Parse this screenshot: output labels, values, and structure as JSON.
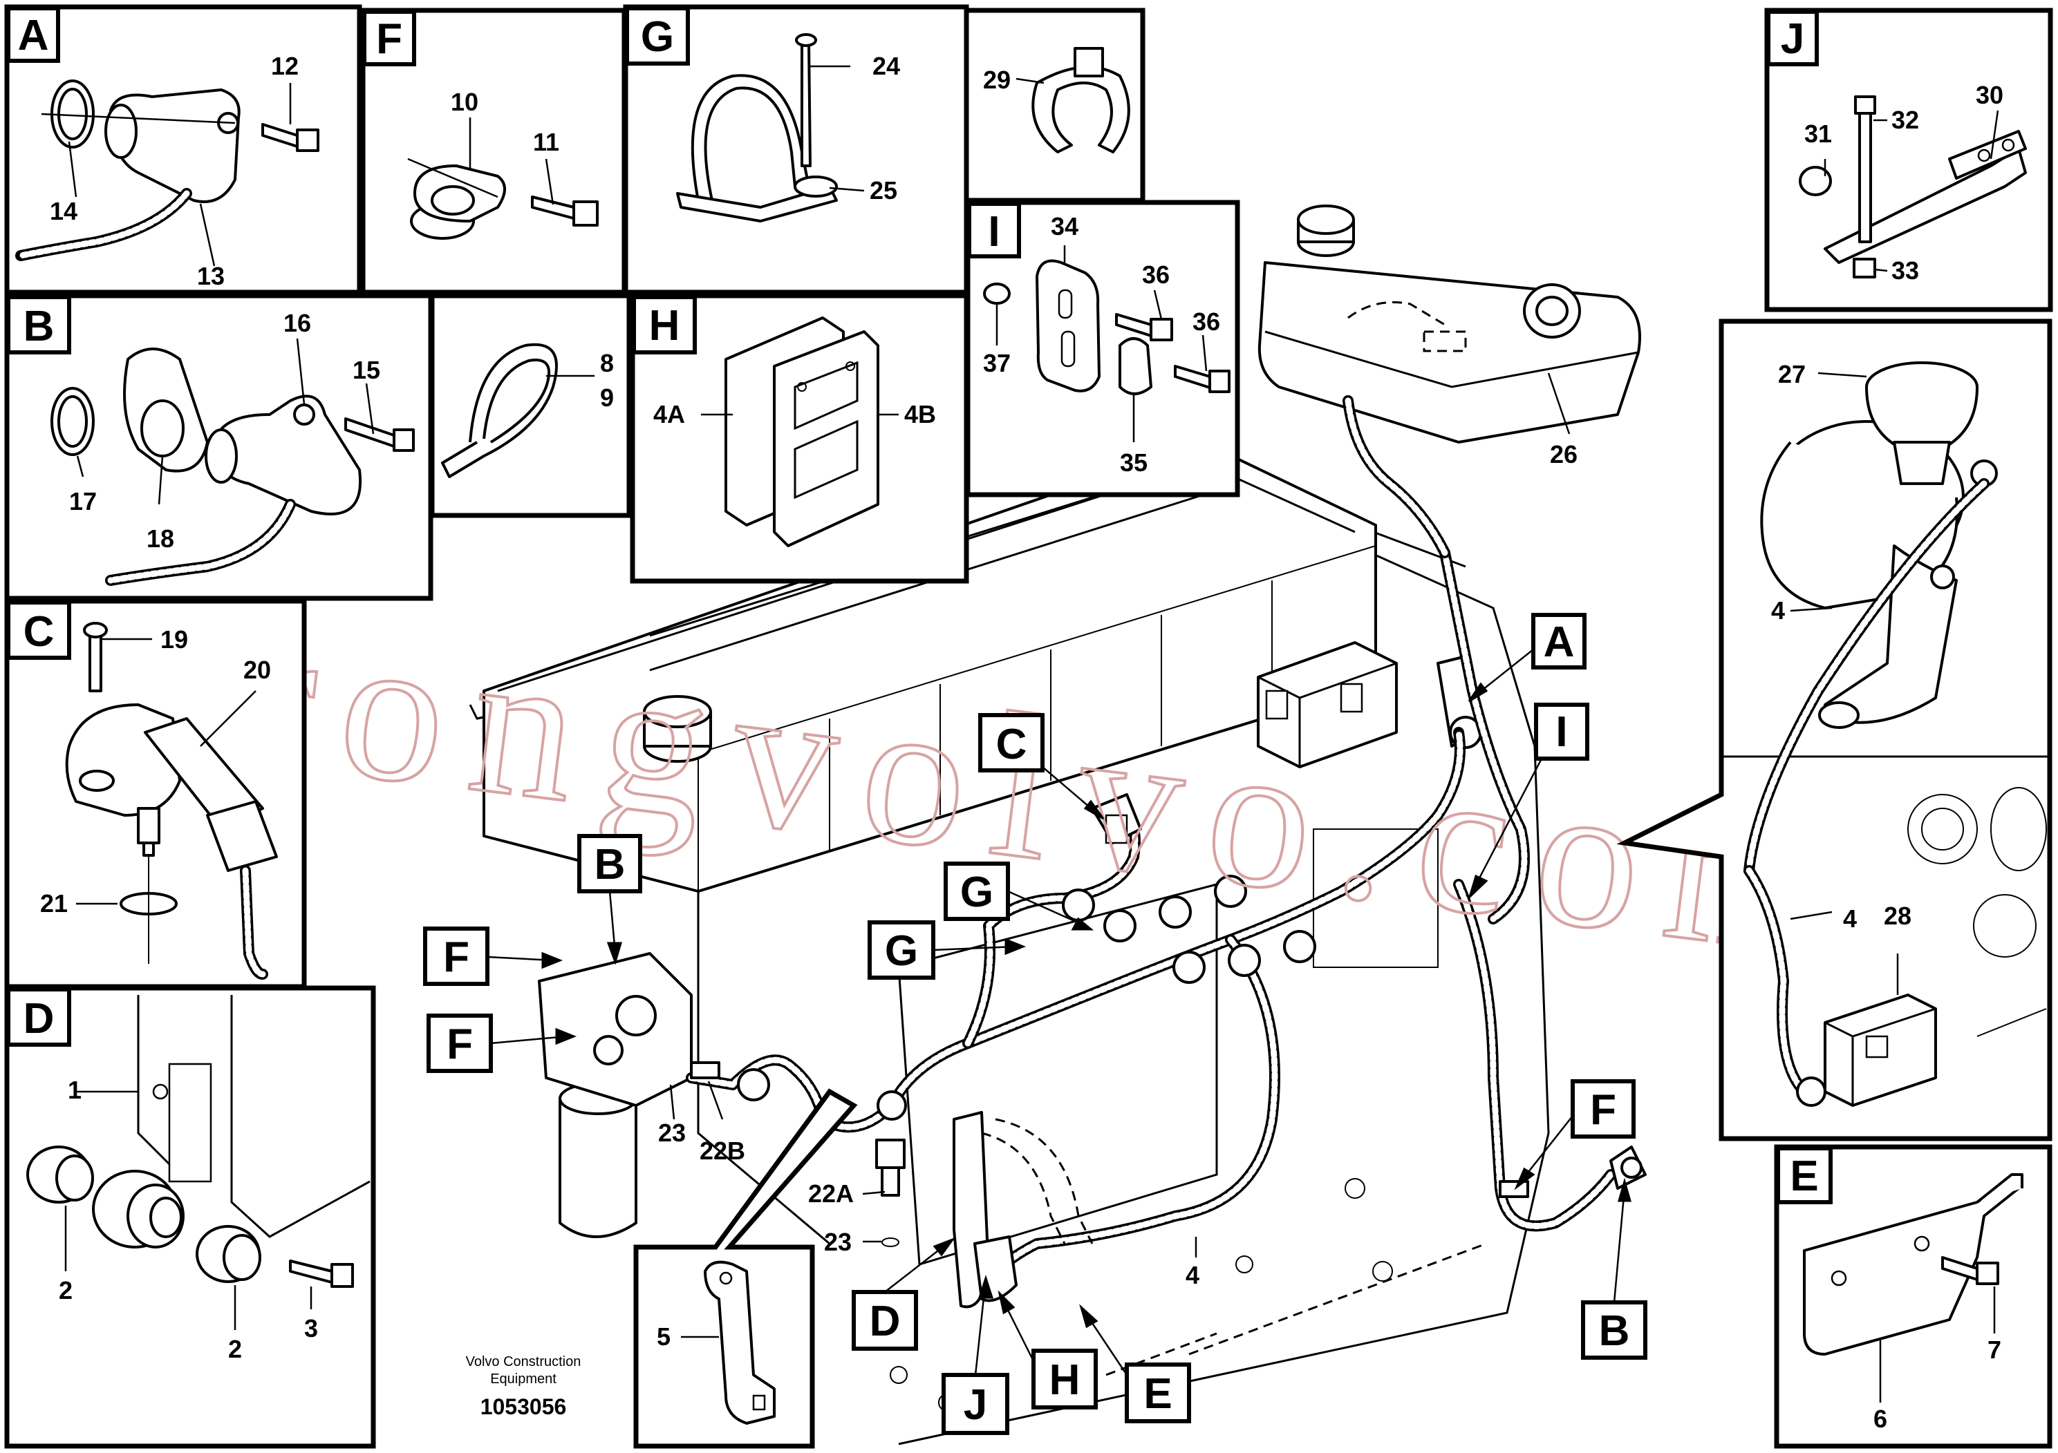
{
  "panels": [
    {
      "id": "A",
      "letter": "A",
      "labels": [
        "12",
        "13",
        "14"
      ]
    },
    {
      "id": "F",
      "letter": "F",
      "labels": [
        "10",
        "11"
      ]
    },
    {
      "id": "G",
      "letter": "G",
      "labels": [
        "24",
        "25"
      ]
    },
    {
      "id": "clip29",
      "letter": "",
      "labels": [
        "29"
      ]
    },
    {
      "id": "J",
      "letter": "J",
      "labels": [
        "30",
        "31",
        "32",
        "33"
      ]
    },
    {
      "id": "B",
      "letter": "B",
      "labels": [
        "15",
        "16",
        "17",
        "18"
      ]
    },
    {
      "id": "tie",
      "letter": "",
      "labels": [
        "8",
        "9"
      ]
    },
    {
      "id": "H",
      "letter": "H",
      "labels": [
        "4A",
        "4B"
      ]
    },
    {
      "id": "I",
      "letter": "I",
      "labels": [
        "34",
        "35",
        "36",
        "36",
        "37"
      ]
    },
    {
      "id": "C",
      "letter": "C",
      "labels": [
        "19",
        "20",
        "21"
      ]
    },
    {
      "id": "D",
      "letter": "D",
      "labels": [
        "1",
        "2",
        "2",
        "3"
      ]
    },
    {
      "id": "airfilter",
      "letter": "",
      "labels": [
        "27",
        "4",
        "4",
        "28"
      ]
    },
    {
      "id": "E",
      "letter": "E",
      "labels": [
        "6",
        "7"
      ]
    }
  ],
  "main_view": {
    "callouts": [
      "A",
      "I",
      "C",
      "B",
      "F",
      "F",
      "G",
      "G",
      "F",
      "B",
      "D",
      "J",
      "H",
      "E"
    ],
    "labels": [
      "26",
      "23",
      "22B",
      "22A",
      "23",
      "4",
      "5"
    ]
  },
  "watermark": "strongvolvo.com",
  "footer": {
    "company_line1": "Volvo Construction",
    "company_line2": "Equipment",
    "doc_number": "1053056"
  }
}
